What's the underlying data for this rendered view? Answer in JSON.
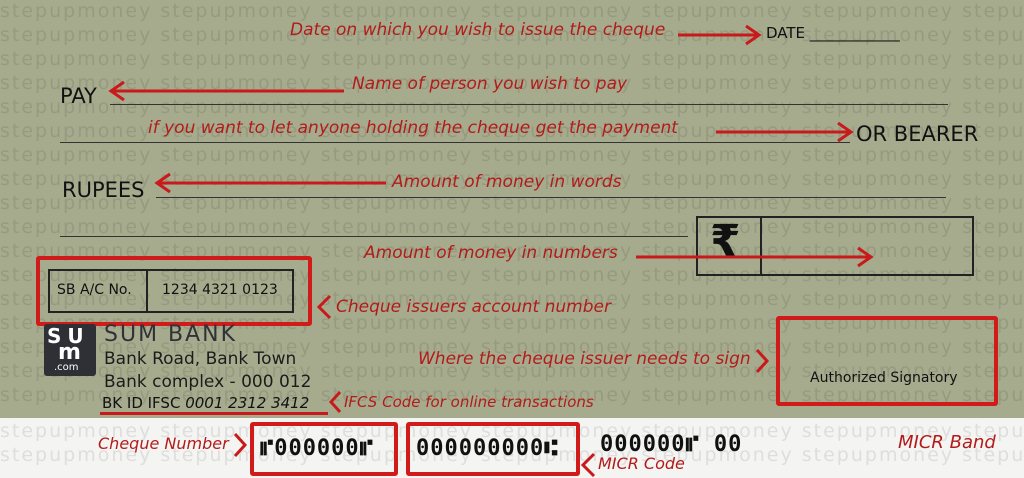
{
  "watermark": "stepupmoney stepupmoney stepupmoney stepupmoney stepupmoney stepupmoney stepupmoney stepupmoney",
  "date": {
    "label": "DATE ____________",
    "annotation": "Date on which you wish to issue the cheque"
  },
  "pay": {
    "label": "PAY",
    "annotation": "Name of person you wish to pay"
  },
  "bearer": {
    "label": "OR BEARER",
    "annotation": "if you want to let anyone holding the cheque get the payment"
  },
  "rupees": {
    "label": "RUPEES",
    "annotation": "Amount of money in words"
  },
  "amount": {
    "symbol": "₹",
    "annotation": "Amount of money in numbers"
  },
  "account": {
    "type_label": "SB A/C No.",
    "number": "1234 4321 0123",
    "annotation": "Cheque issuers account number"
  },
  "bank": {
    "logo_top": "SU",
    "logo_mid": "m",
    "logo_bottom": ".com",
    "name": "SUM BANK",
    "address_line1": "Bank Road, Bank Town",
    "address_line2": "Bank complex - 000 012",
    "ifsc_prefix": "BK ID IFSC ",
    "ifsc_code": "0001 2312 3412",
    "ifsc_annotation": "IFCS Code for online transactions"
  },
  "signature": {
    "label": "Authorized Signatory",
    "annotation": "Where the cheque issuer needs to sign"
  },
  "micr": {
    "cheque_number": "⑈000000⑈",
    "micr_code": "000000000⑆",
    "trailing": "000000⑈ 00",
    "cheque_number_annotation": "Cheque Number",
    "micr_code_annotation": "MICR Code",
    "band_label": "MICR Band"
  }
}
